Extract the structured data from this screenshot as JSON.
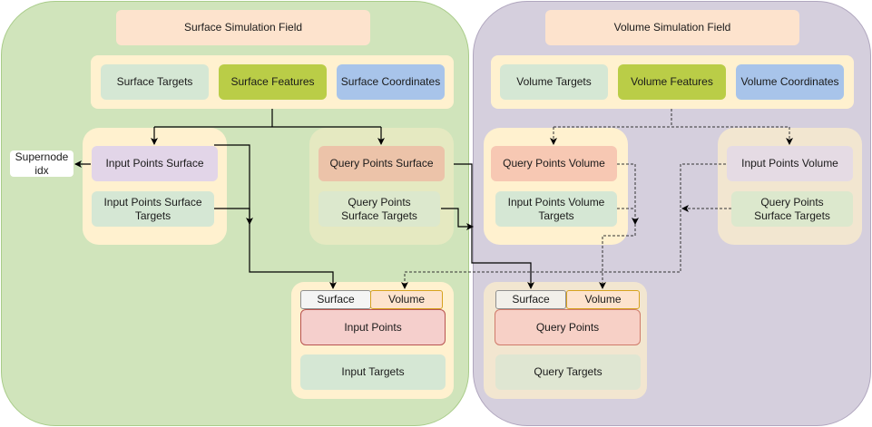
{
  "colors": {
    "surface_bg": "#d0e4bb",
    "volume_bg": "#d5cfdd",
    "header_fill": "#fde3cd",
    "group_fill": "#fff1cf",
    "targets_fill": "#d5e7d4",
    "features_fill": "#bacd47",
    "coords_fill": "#a8c4ea",
    "input_surface_fill": "#e2d5e8",
    "query_surface_fill": "#ecc3a9",
    "query_volume_fill": "#f7c8b3",
    "input_points_fill": "#f5cfcc",
    "line_color": "#000000"
  },
  "surface": {
    "title": "Surface Simulation Field",
    "fields": [
      "Surface Targets",
      "Surface Features",
      "Surface Coordinates"
    ],
    "input_group": {
      "points": "Input Points Surface",
      "targets": "Input Points Surface Targets"
    },
    "query_group": {
      "points": "Query Points Surface",
      "targets": "Query Points Surface Targets"
    },
    "supernode": "Supernode idx",
    "combined": {
      "tab_surface": "Surface",
      "tab_volume": "Volume",
      "points": "Input Points",
      "targets": "Input Targets"
    }
  },
  "volume": {
    "title": "Volume Simulation Field",
    "fields": [
      "Volume Targets",
      "Volume Features",
      "Volume Coordinates"
    ],
    "query_group": {
      "points": "Query Points Volume",
      "targets": "Input Points Volume Targets"
    },
    "input_group": {
      "points": "Input Points Volume",
      "targets": "Query Points Surface Targets"
    },
    "combined": {
      "tab_surface": "Surface",
      "tab_volume": "Volume",
      "points": "Query Points",
      "targets": "Query Targets"
    }
  }
}
